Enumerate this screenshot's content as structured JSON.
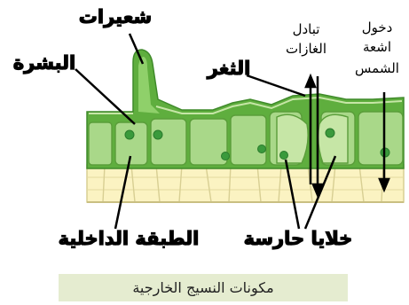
{
  "labels": {
    "trichomes": "شعيرات",
    "epidermis": "البشرة",
    "stoma": "الثغر",
    "gas_exchange_line1": "تبادل",
    "gas_exchange_line2": "الغازات",
    "sunlight_line1": "دخول",
    "sunlight_line2": "اشعة",
    "sunlight_line3": "الشمس",
    "inner_layer": "الطبقة الداخلية",
    "guard_cells": "خلايا حارسة"
  },
  "caption": "مكونات النسيج الخارجية",
  "colors": {
    "epidermis_outer": "#5fae3e",
    "epidermis_cell": "#a9d889",
    "epidermis_light": "#c6e6a6",
    "nucleus": "#3a9a3c",
    "inner_cells": "#fbf3c2",
    "inner_border": "#d8cf93",
    "caption_bg": "#e5ecd0"
  }
}
